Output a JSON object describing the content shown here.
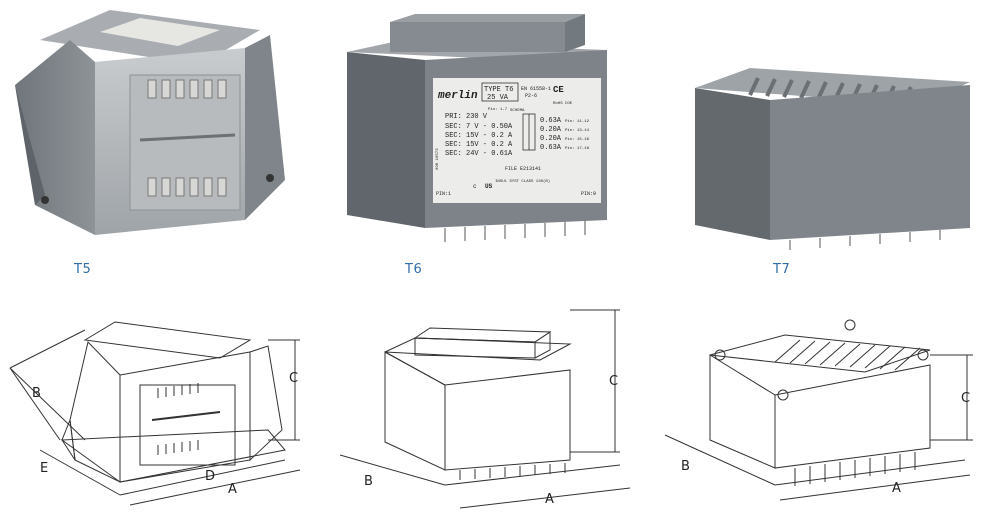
{
  "products": [
    {
      "caption": "T5",
      "dimensions": [
        "A",
        "B",
        "C",
        "D",
        "E"
      ]
    },
    {
      "caption": "T6",
      "label": {
        "brand": "merlin",
        "type_line": "TYPE T6",
        "va_line": "25 VA",
        "standard": "EN 61558-1",
        "standard2": "P2-6",
        "rohs": "RoHS COE",
        "pins_top": "Pin: 1-7",
        "schema": "SCHEMA",
        "pri": "PRI: 230 V",
        "sec_lines": [
          "SEC: 7 V - 0.50A",
          "SEC: 15V - 0.2 A",
          "SEC: 15V - 0.2 A",
          "SEC: 24V - 0.61A"
        ],
        "amps": [
          "0.63A",
          "0.20A",
          "0.20A",
          "0.63A"
        ],
        "pins_right": [
          "Pin: 11-12",
          "Pin: 13-14",
          "Pin: 15-16",
          "Pin: 17-18"
        ],
        "side_code": "098 10573",
        "file": "FILE E213141",
        "insul": "INSUL SYST CLASS 130(B)",
        "pin_left": "PIN:1",
        "pin_right": "PIN:9",
        "ul_c": "c",
        "ul_us": "US"
      },
      "dimensions": [
        "A",
        "B",
        "C"
      ]
    },
    {
      "caption": "T7",
      "dimensions": [
        "A",
        "B",
        "C"
      ]
    }
  ],
  "colors": {
    "body_grey": "#7d8389",
    "caption_blue": "#2f6ea8",
    "line": "#333333"
  }
}
